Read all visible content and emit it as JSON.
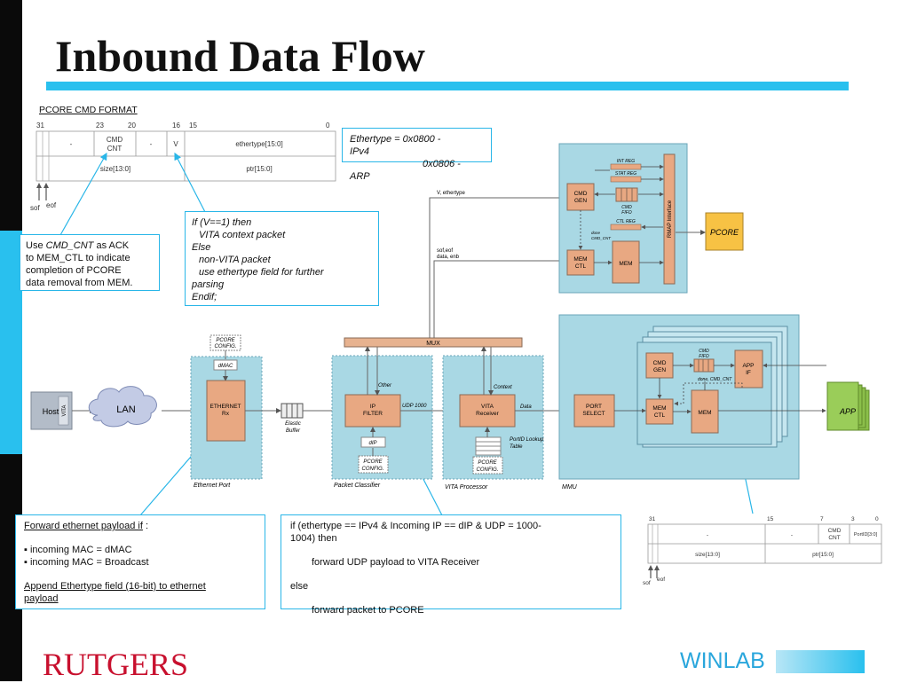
{
  "slide": {
    "title": "Inbound Data Flow"
  },
  "pcore_cmd_format": {
    "heading": "PCORE CMD FORMAT",
    "bits": {
      "b31": "31",
      "b23": "23",
      "b20": "20",
      "b16": "16",
      "b15": "15",
      "b0": "0"
    },
    "row1": {
      "dash1": "-",
      "cmd_cnt_1": "CMD",
      "cmd_cnt_2": "CNT",
      "dash2": "-",
      "v": "V",
      "ethertype": "ethertype[15:0]"
    },
    "row2": {
      "size": "size[13:0]",
      "ptr": "ptr[15:0]"
    },
    "sof": "sof",
    "eof": "eof"
  },
  "notes": {
    "ethertype": {
      "line1": "Ethertype = 0x0800  -",
      "line2": "IPv4",
      "line3": "0x0806 -",
      "line4": "ARP"
    },
    "vita_check": {
      "l1": "If (V==1) then",
      "l2": "VITA context packet",
      "l3": "Else",
      "l4": "non-VITA packet",
      "l5": "use ethertype field for further",
      "l6": "parsing",
      "l7": "Endif;"
    },
    "cmd_cnt": {
      "l1_a": "Use ",
      "l1_b": "CMD_CNT",
      "l1_c": " as ACK",
      "l2": "to MEM_CTL to indicate",
      "l3": "completion of PCORE",
      "l4": "data removal from MEM."
    },
    "forward_eth": {
      "l1": "Forward ethernet payload if",
      "l1b": " :",
      "l2": "▪ incoming MAC = dMAC",
      "l3": "▪ incoming MAC = Broadcast",
      "l4": "Append Ethertype field (16-bit) to ethernet",
      "l5": "payload"
    },
    "ip_filter": {
      "l1": "if (ethertype == IPv4 & Incoming IP == dIP & UDP = 1000-",
      "l2": "1004) then",
      "l3": "forward UDP payload to VITA Receiver",
      "l4": "else",
      "l5": "forward packet to PCORE"
    }
  },
  "diagram": {
    "host": "Host",
    "vita_tag": "VITA",
    "lan": "LAN",
    "pcore_config": [
      "PCORE",
      "CONFIG."
    ],
    "dmac": "dMAC",
    "eth_rx": [
      "ETHERNET",
      "Rx"
    ],
    "ethernet_port": "Ethernet Port",
    "elastic_buffer": [
      "Elastic",
      "Buffer"
    ],
    "ip_filter": [
      "IP",
      "FILTER"
    ],
    "udp_1000": "UDP 1000",
    "other": "Other",
    "dip": "dIP",
    "packet_classifier": "Packet Classifier",
    "vita_receiver": [
      "VITA",
      "Receiver"
    ],
    "context": "Context",
    "data": "Data",
    "portid_lookup": [
      "PortID Lookup",
      "Table"
    ],
    "vita_processor": "VITA Processor",
    "mux": "MUX",
    "v_ethertype": "V, ethertype",
    "sof_eof": [
      "sof,eof",
      "data, enb"
    ],
    "port_select": [
      "PORT",
      "SELECT"
    ],
    "mmu": "MMU",
    "cmd_gen": [
      "CMD",
      "GEN"
    ],
    "cmd_fifo": [
      "CMD",
      "FIFO"
    ],
    "done_cmd_cnt": "done, CMD_CNT",
    "mem_ctl": [
      "MEM",
      "CTL"
    ],
    "mem": "MEM",
    "app_if": [
      "APP",
      "IF"
    ],
    "app": "APP",
    "int_reg": "INT REG",
    "stat_reg": "STAT REG",
    "ctl_reg": "CTL REG",
    "done_cmd_cnt_top": [
      "done",
      "CMD_CNT"
    ],
    "rmap_interface": "RMAP Interface",
    "pcore": "PCORE"
  },
  "app_cmd_format": {
    "bits": {
      "b31": "31",
      "b15": "15",
      "b7": "7",
      "b3": "3",
      "b0": "0"
    },
    "row1": {
      "dash1": "-",
      "dash2": "-",
      "cmd_cnt_1": "CMD",
      "cmd_cnt_2": "CNT",
      "portid": "PortID[3:0]"
    },
    "row2": {
      "size": "size[13:0]",
      "ptr": "ptr[15:0]"
    },
    "sof": "sof",
    "eof": "eof"
  },
  "footer": {
    "left_logo": "RUTGERS",
    "right_logo": "WINLAB"
  },
  "colors": {
    "accent": "#29c0ee",
    "block": "#e8a882",
    "region": "#a9d8e4",
    "mux": "#e7b28f",
    "pcore": "#f7c244",
    "app": "#9acd59",
    "rutgers": "#c8102e"
  }
}
